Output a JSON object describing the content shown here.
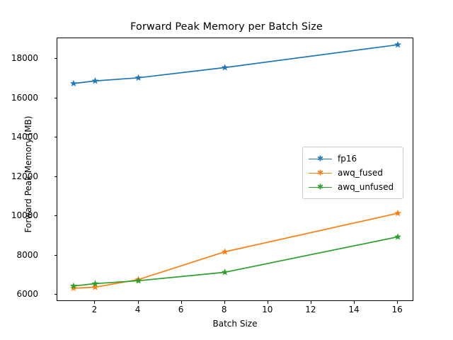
{
  "chart_data": {
    "type": "line",
    "title": "Forward Peak Memory per Batch Size",
    "xlabel": "Batch Size",
    "ylabel": "Forward Peak Memory (MB)",
    "x": [
      1,
      2,
      4,
      8,
      16
    ],
    "xlim": [
      0.25,
      16.75
    ],
    "ylim": [
      5650,
      19050
    ],
    "xticks": [
      2,
      4,
      6,
      8,
      10,
      12,
      14,
      16
    ],
    "xtick_labels": [
      "2",
      "4",
      "6",
      "8",
      "10",
      "12",
      "14",
      "16"
    ],
    "yticks": [
      6000,
      8000,
      10000,
      12000,
      14000,
      16000,
      18000
    ],
    "ytick_labels": [
      "6000",
      "8000",
      "10000",
      "12000",
      "14000",
      "16000",
      "18000"
    ],
    "grid": false,
    "legend_position": "center right",
    "marker": "star",
    "series": [
      {
        "name": "fp16",
        "color": "#1f77b4",
        "values": [
          16750,
          16880,
          17040,
          17560,
          18720
        ]
      },
      {
        "name": "awq_fused",
        "color": "#ff7f0e",
        "values": [
          6340,
          6390,
          6780,
          8190,
          10150
        ]
      },
      {
        "name": "awq_unfused",
        "color": "#2ca02c",
        "values": [
          6450,
          6570,
          6720,
          7150,
          8950
        ]
      }
    ]
  },
  "legend": {
    "entries": [
      {
        "label": "fp16"
      },
      {
        "label": "awq_fused"
      },
      {
        "label": "awq_unfused"
      }
    ]
  }
}
